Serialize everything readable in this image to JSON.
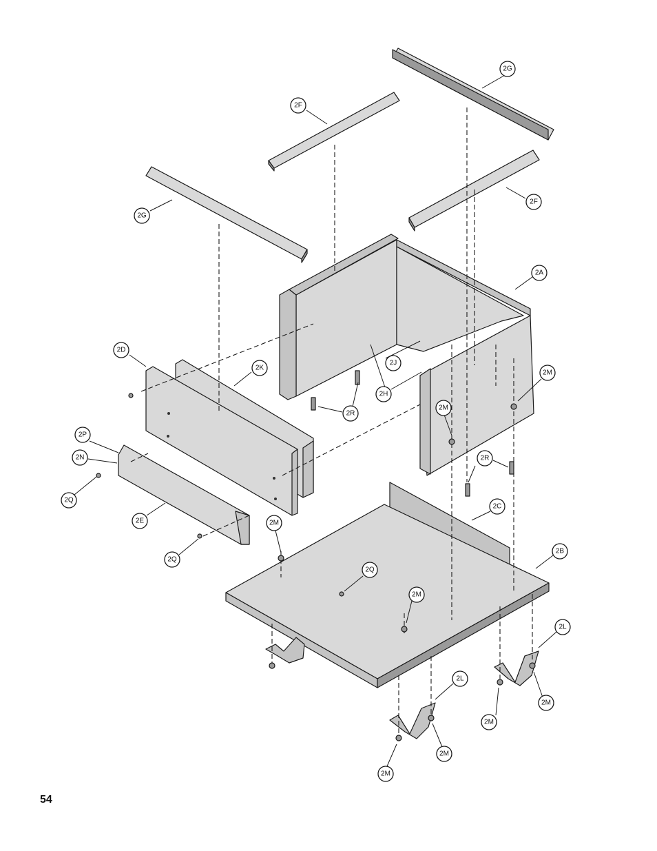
{
  "page_number": "54",
  "callouts": {
    "c2G_top": "2G",
    "c2F_top": "2F",
    "c2G_left": "2G",
    "c2F_right": "2F",
    "c2A": "2A",
    "c2D": "2D",
    "c2K": "2K",
    "c2J": "2J",
    "c2H": "2H",
    "c2R_left": "2R",
    "c2M_a": "2M",
    "c2M_b": "2M",
    "c2R_right": "2R",
    "c2P": "2P",
    "c2N": "2N",
    "c2Q_left": "2Q",
    "c2E": "2E",
    "c2Q_bottom": "2Q",
    "c2M_c": "2M",
    "c2C": "2C",
    "c2Q_mid": "2Q",
    "c2M_d": "2M",
    "c2B": "2B",
    "c2L_right": "2L",
    "c2L_mid": "2L",
    "c2M_e": "2M",
    "c2M_f": "2M",
    "c2M_g": "2M",
    "c2M_h": "2M"
  }
}
